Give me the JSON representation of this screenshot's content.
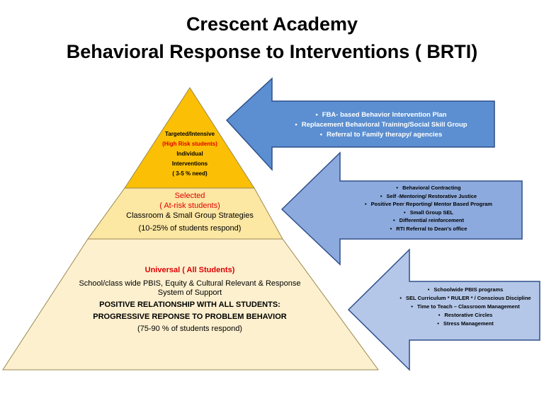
{
  "header": {
    "title": "Crescent Academy",
    "subtitle": "Behavioral Response to Interventions ( BRTI)"
  },
  "colors": {
    "tier1_fill": "#fbbf06",
    "tier2_fill": "#fce7a3",
    "tier3_fill": "#fdf0cf",
    "arrow1_fill": "#5b8fd1",
    "arrow2_fill": "#8caadd",
    "arrow3_fill": "#b4c7e9",
    "arrow_stroke": "#2f4f8a",
    "red_text": "#e00000"
  },
  "pyramid": {
    "tier1": {
      "line1": "Targeted/Intensive",
      "line2": "(High Risk students)",
      "line3": "Individual",
      "line4": "Interventions",
      "line5": "( 3-5 % need)"
    },
    "tier2": {
      "line1": "Selected",
      "line2": "( At-risk students)",
      "line3": "Classroom & Small Group Strategies",
      "line4": "(10-25% of students respond)"
    },
    "tier3": {
      "line1": "Universal ( All Students)",
      "line2": "School/class wide PBIS, Equity & Cultural Relevant & Response",
      "line3": "System of Support",
      "line4": "POSITIVE RELATIONSHIP WITH ALL STUDENTS:",
      "line5": "PROGRESSIVE REPONSE TO PROBLEM BEHAVIOR",
      "line6": "(75-90 % of students respond)"
    }
  },
  "arrows": {
    "arrow1": [
      "FBA- based Behavior Intervention Plan",
      "Replacement Behavioral Training/Social Skill Group",
      "Referral to Family therapy/ agencies"
    ],
    "arrow2": [
      "Behavioral Contracting",
      "Self -Mentoring/ Restorative Justice",
      "Positive Peer Reporting/ Mentor Based Program",
      "Small Group SEL",
      "Differential reinforcement",
      "RTI Referral to Dean's office"
    ],
    "arrow3": [
      "Schoolwide PBIS programs",
      "SEL Curriculum * RULER * / Conscious Discipline",
      "Time to Teach – Classroom Management",
      "Restorative Circles",
      "Stress Management"
    ]
  }
}
